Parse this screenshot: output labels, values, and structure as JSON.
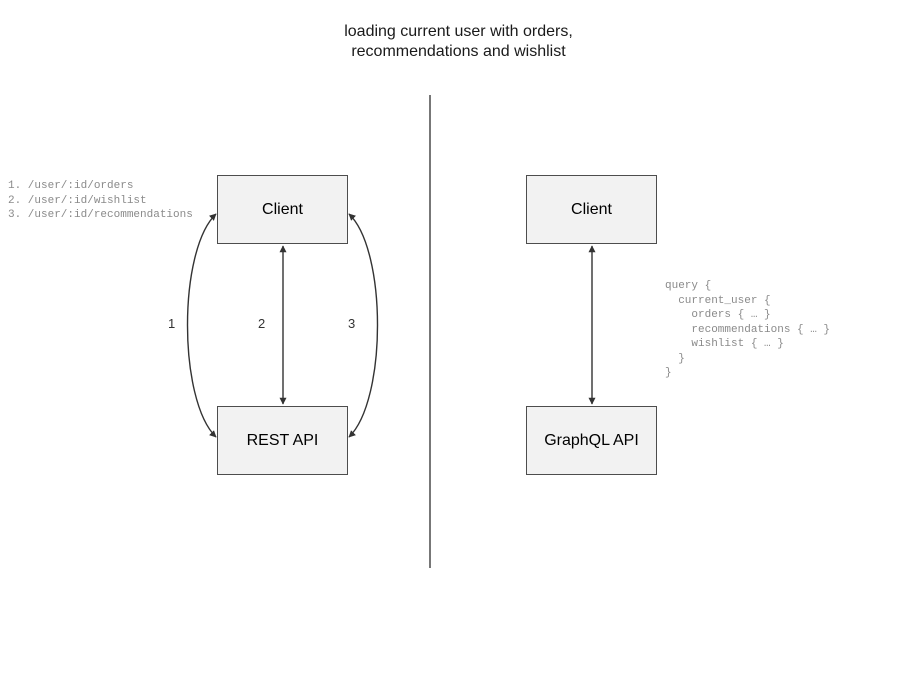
{
  "title": "loading current user with orders,\nrecommendations and wishlist",
  "divider": {
    "label": "vertical-divider",
    "color": "#4d4d4d"
  },
  "rest_side": {
    "client_label": "Client",
    "api_label": "REST API",
    "endpoints": "1. /user/:id/orders\n2. /user/:id/wishlist\n3. /user/:id/recommendations",
    "edge_labels": [
      "1",
      "2",
      "3"
    ]
  },
  "graphql_side": {
    "client_label": "Client",
    "api_label": "GraphQL API",
    "query": "query {\n  current_user {\n    orders { … }\n    recommendations { … }\n    wishlist { … }\n  }\n}"
  },
  "colors": {
    "node_fill": "#f2f2f2",
    "node_border": "#4d4d4d",
    "stroke": "#333333",
    "code_text": "#8a8a8a",
    "background": "#ffffff"
  }
}
